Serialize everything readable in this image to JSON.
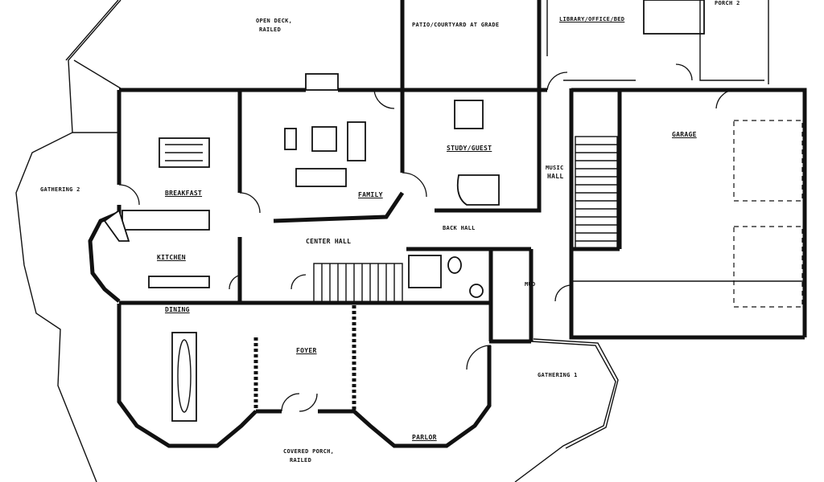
{
  "labels": {
    "open_deck": "OPEN DECK,",
    "railed_top": "RAILED",
    "patio": "PATIO/COURTYARD AT GRADE",
    "library": "LIBRARY/OFFICE/BED",
    "porch2": "PORCH 2",
    "gathering2": "GATHERING 2",
    "breakfast": "BREAKFAST",
    "family": "FAMILY",
    "study": "STUDY/GUEST",
    "music_hall": "MUSIC",
    "music_hall2": "HALL",
    "garage": "GARAGE",
    "center_hall": "CENTER HALL",
    "back_hall": "BACK HALL",
    "kitchen": "KITCHEN",
    "dining": "DINING",
    "foyer": "FOYER",
    "parlor": "PARLOR",
    "covered_porch": "COVERED PORCH,",
    "railed_bottom": "RAILED",
    "gathering1": "GATHERING 1",
    "mud": "MUD"
  }
}
